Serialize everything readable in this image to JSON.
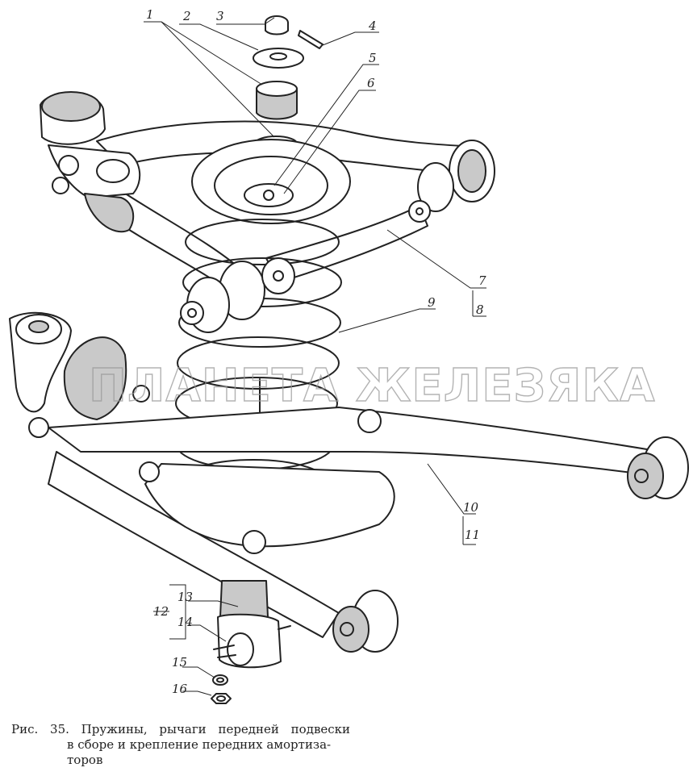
{
  "callouts": [
    "1",
    "2",
    "3",
    "4",
    "5",
    "6",
    "7",
    "8",
    "9",
    "10",
    "11",
    "12",
    "13",
    "14",
    "15",
    "16"
  ],
  "watermark": "ПЛАНЕТА ЖЕЛЕЗЯКА",
  "caption": {
    "line1": "Рис. 35. Пружины, рычаги передней подвески",
    "line2": "в сборе и крепление передних амортиза-",
    "line3": "торов"
  }
}
